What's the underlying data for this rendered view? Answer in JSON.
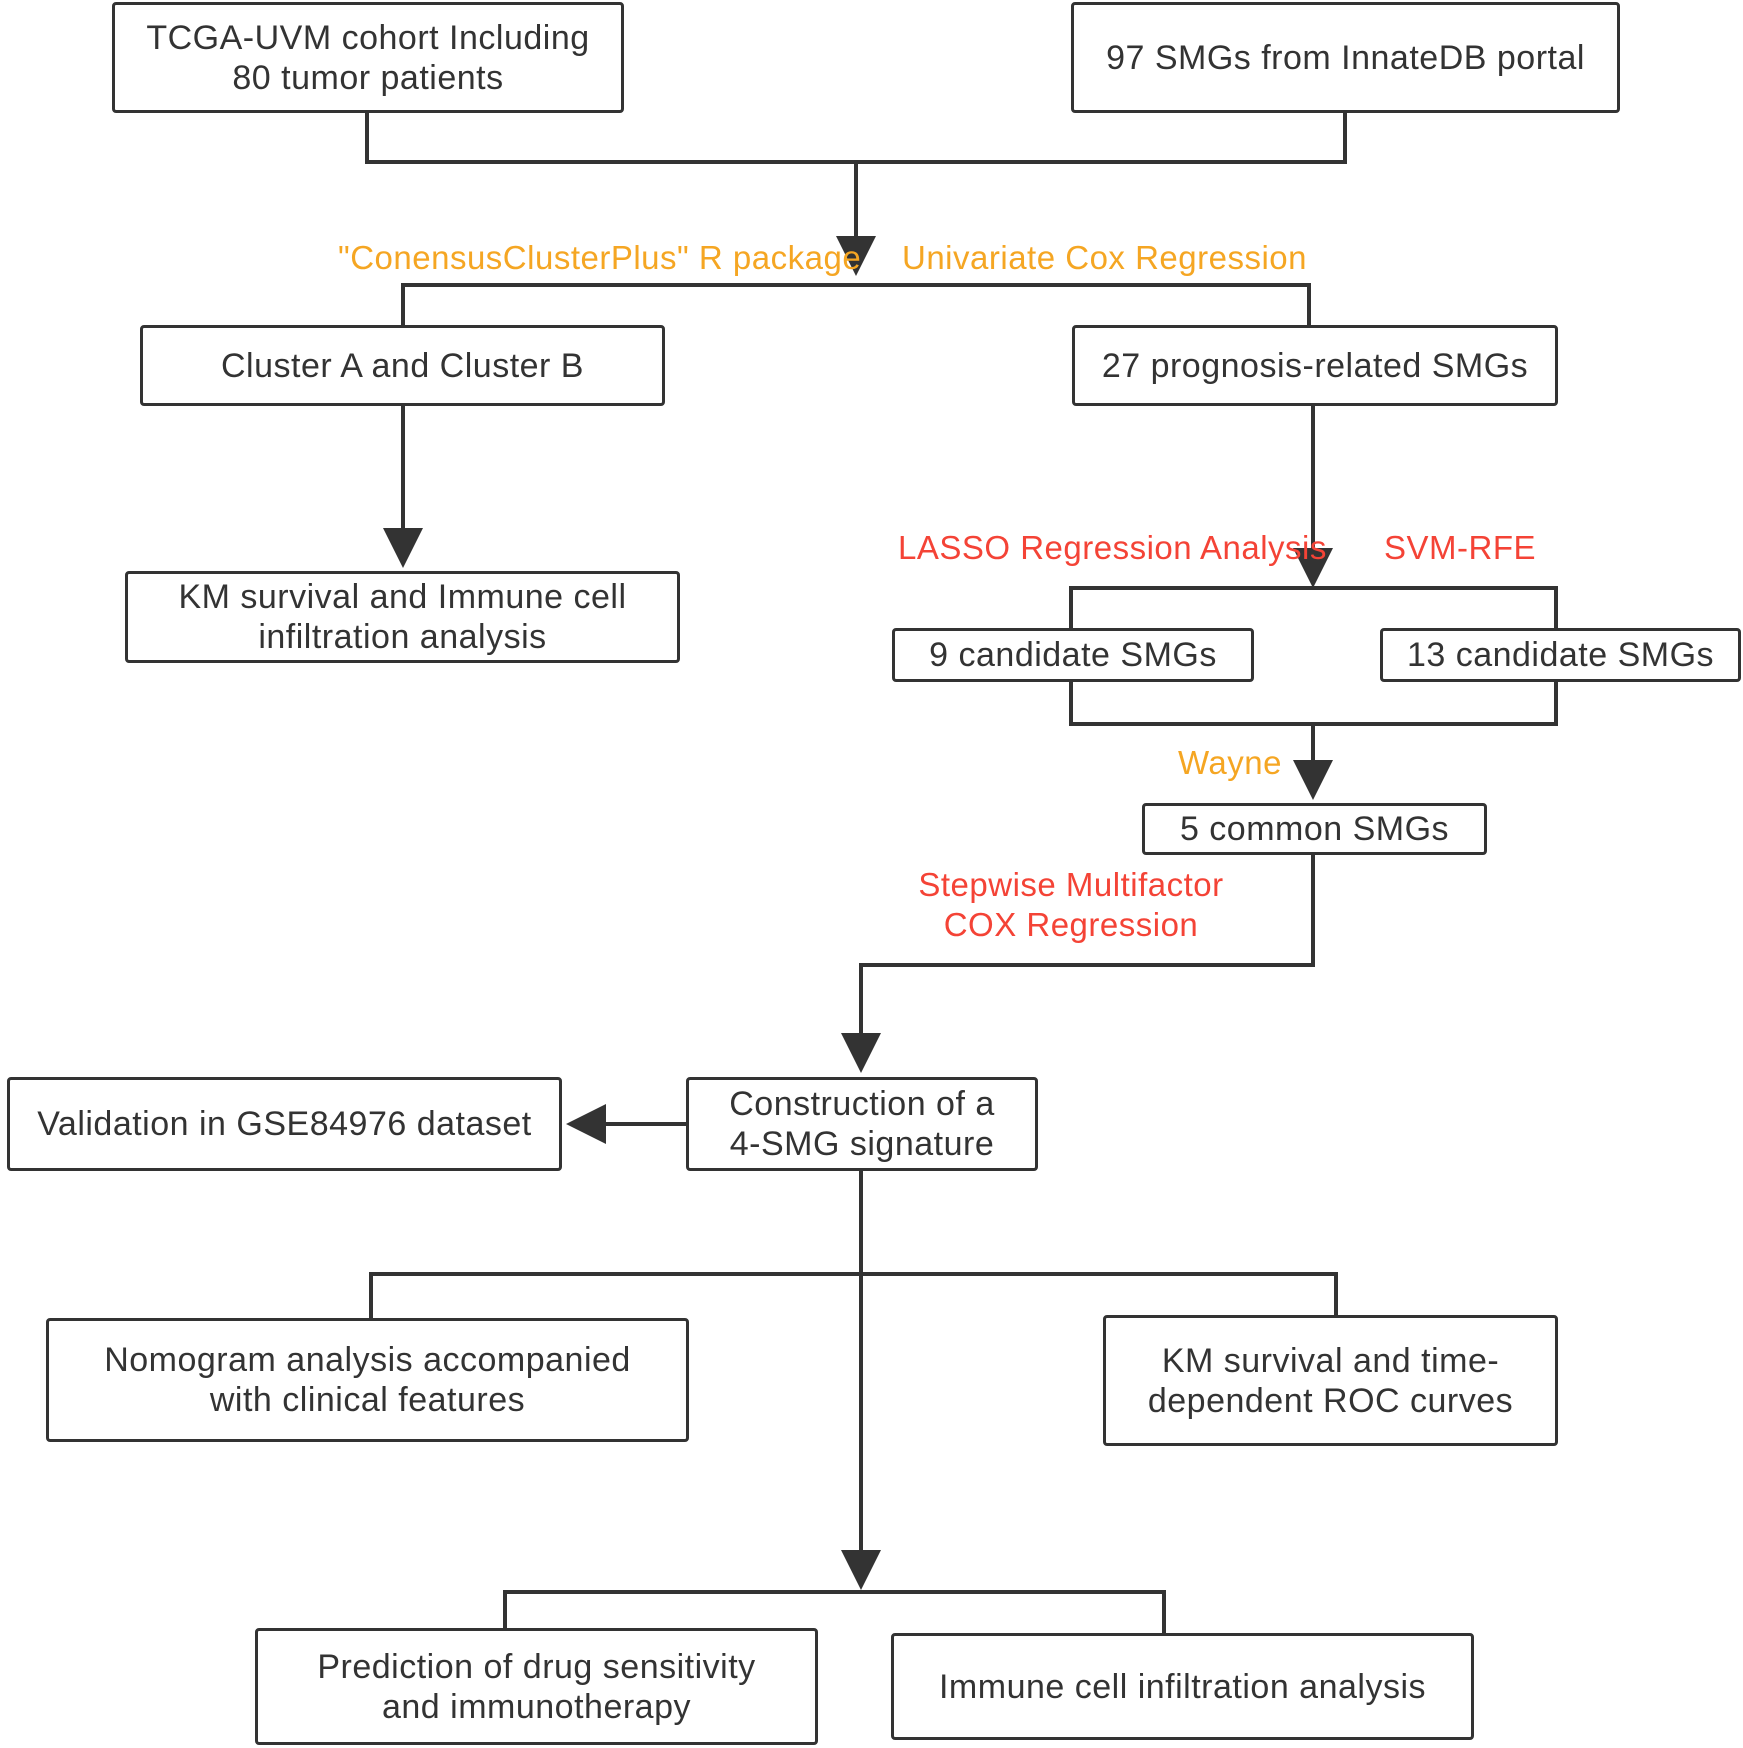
{
  "nodes": {
    "tcga": [
      "TCGA-UVM cohort Including",
      "80 tumor patients"
    ],
    "smgs97": [
      "97 SMGs from InnateDB portal"
    ],
    "clusters": [
      "Cluster A and Cluster B"
    ],
    "prognosis27": [
      "27 prognosis-related SMGs"
    ],
    "km_immune": [
      "KM survival and Immune cell",
      "infiltration analysis"
    ],
    "cand9": [
      "9 candidate SMGs"
    ],
    "cand13": [
      "13 candidate SMGs"
    ],
    "common5": [
      "5 common SMGs"
    ],
    "signature": [
      "Construction of a",
      "4-SMG signature"
    ],
    "validation": [
      "Validation in GSE84976 dataset"
    ],
    "nomogram": [
      "Nomogram analysis accompanied",
      "with clinical features"
    ],
    "km_roc": [
      "KM survival and time-",
      "dependent ROC curves"
    ],
    "drug": [
      "Prediction of drug sensitivity",
      "and immunotherapy"
    ],
    "immune_infil": [
      "Immune cell infiltration analysis"
    ]
  },
  "edge_labels": {
    "consensus": "\"ConensusClusterPlus\" R package",
    "univariate": "Univariate Cox Regression",
    "lasso": "LASSO Regression Analysis",
    "svm": "SVM-RFE",
    "wayne": "Wayne",
    "stepwise": [
      "Stepwise Multifactor",
      "COX Regression"
    ]
  },
  "colors": {
    "line": "#333333",
    "orange_label": "#f5a623",
    "red_label": "#f44336"
  }
}
